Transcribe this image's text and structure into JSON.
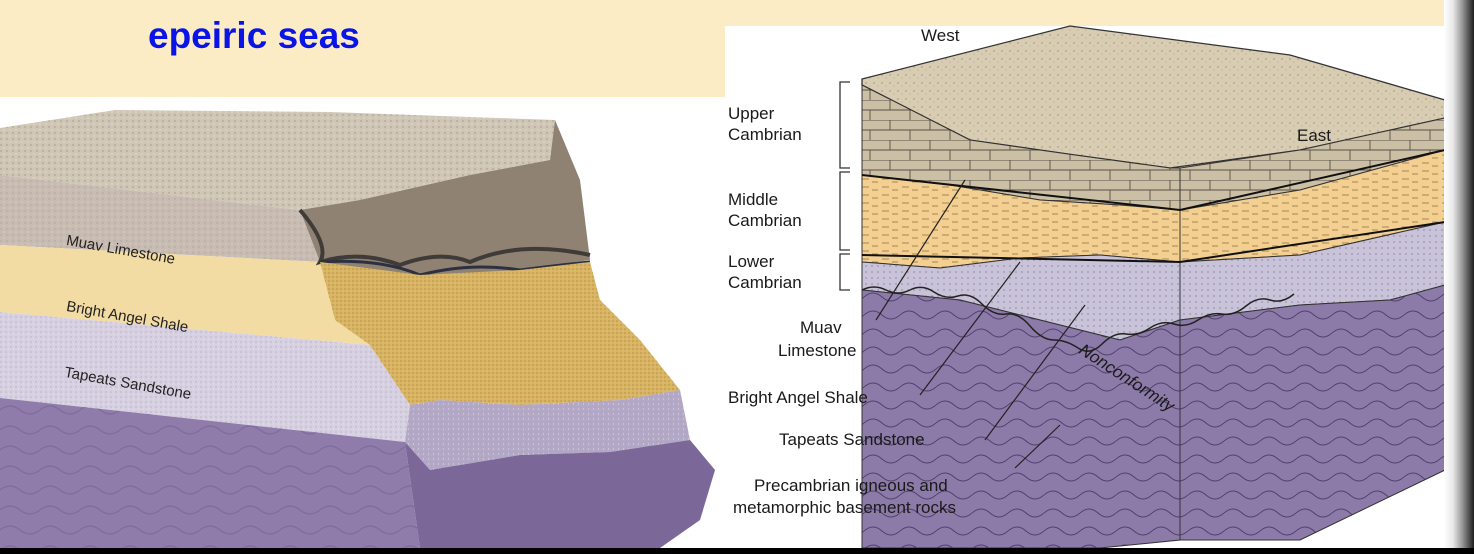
{
  "title": {
    "line2": "epeiric seas"
  },
  "left_block": {
    "labels": {
      "muav": "Muav Limestone",
      "bright_angel": "Bright Angel Shale",
      "tapeats": "Tapeats Sandstone"
    }
  },
  "right_block": {
    "compass": {
      "west": "West",
      "east": "East"
    },
    "ages": {
      "upper": [
        "Upper",
        "Cambrian"
      ],
      "middle": [
        "Middle",
        "Cambrian"
      ],
      "lower": [
        "Lower",
        "Cambrian"
      ]
    },
    "units": {
      "muav": [
        "Muav",
        "Limestone"
      ],
      "bright_angel": "Bright Angel Shale",
      "tapeats": "Tapeats Sandstone",
      "basement": [
        "Precambrian igneous and",
        "metamorphic basement rocks"
      ],
      "nonconformity": "Nonconformity"
    }
  },
  "colors": {
    "title_text": "#0a14e6",
    "title_bg": "#fcecc6",
    "limestone": "#cbbfa6",
    "shale": "#f3cf92",
    "sandstone": "#c9c3d6",
    "basement": "#8c7aa8",
    "surface": "#d8cdb3"
  }
}
